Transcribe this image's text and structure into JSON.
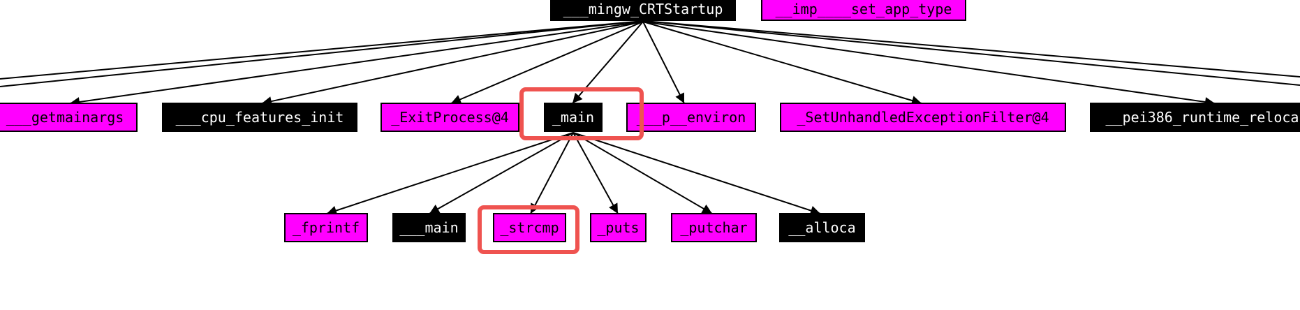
{
  "colors": {
    "background": "#ffffff",
    "import_fill": "#ff00ff",
    "internal_fill": "#000000",
    "edge": "#000000",
    "highlight": "#ef5350"
  },
  "nodes": {
    "root": {
      "label": "___mingw_CRTStartup",
      "kind": "internal"
    },
    "set_app_type": {
      "label": "__imp____set_app_type",
      "kind": "import"
    },
    "getmainargs": {
      "label": "___getmainargs",
      "kind": "import"
    },
    "cpu_features_init": {
      "label": "___cpu_features_init",
      "kind": "internal"
    },
    "exit_process": {
      "label": "_ExitProcess@4",
      "kind": "import"
    },
    "main": {
      "label": "_main",
      "kind": "internal",
      "highlighted": true
    },
    "p_environ": {
      "label": "___p__environ",
      "kind": "import"
    },
    "set_unhandled": {
      "label": "_SetUnhandledExceptionFilter@4",
      "kind": "import"
    },
    "pei386": {
      "label": "__pei386_runtime_reloca",
      "kind": "internal"
    },
    "fprintf": {
      "label": "_fprintf",
      "kind": "import"
    },
    "inner_main": {
      "label": "___main",
      "kind": "internal"
    },
    "strcmp": {
      "label": "_strcmp",
      "kind": "import",
      "highlighted": true
    },
    "puts": {
      "label": "_puts",
      "kind": "import"
    },
    "putchar": {
      "label": "_putchar",
      "kind": "import"
    },
    "alloca": {
      "label": "__alloca",
      "kind": "internal"
    }
  },
  "edges": [
    [
      "root",
      "getmainargs"
    ],
    [
      "root",
      "cpu_features_init"
    ],
    [
      "root",
      "exit_process"
    ],
    [
      "root",
      "main"
    ],
    [
      "root",
      "p_environ"
    ],
    [
      "root",
      "set_unhandled"
    ],
    [
      "root",
      "pei386"
    ],
    [
      "main",
      "fprintf"
    ],
    [
      "main",
      "inner_main"
    ],
    [
      "main",
      "strcmp"
    ],
    [
      "main",
      "puts"
    ],
    [
      "main",
      "putchar"
    ],
    [
      "main",
      "alloca"
    ]
  ]
}
